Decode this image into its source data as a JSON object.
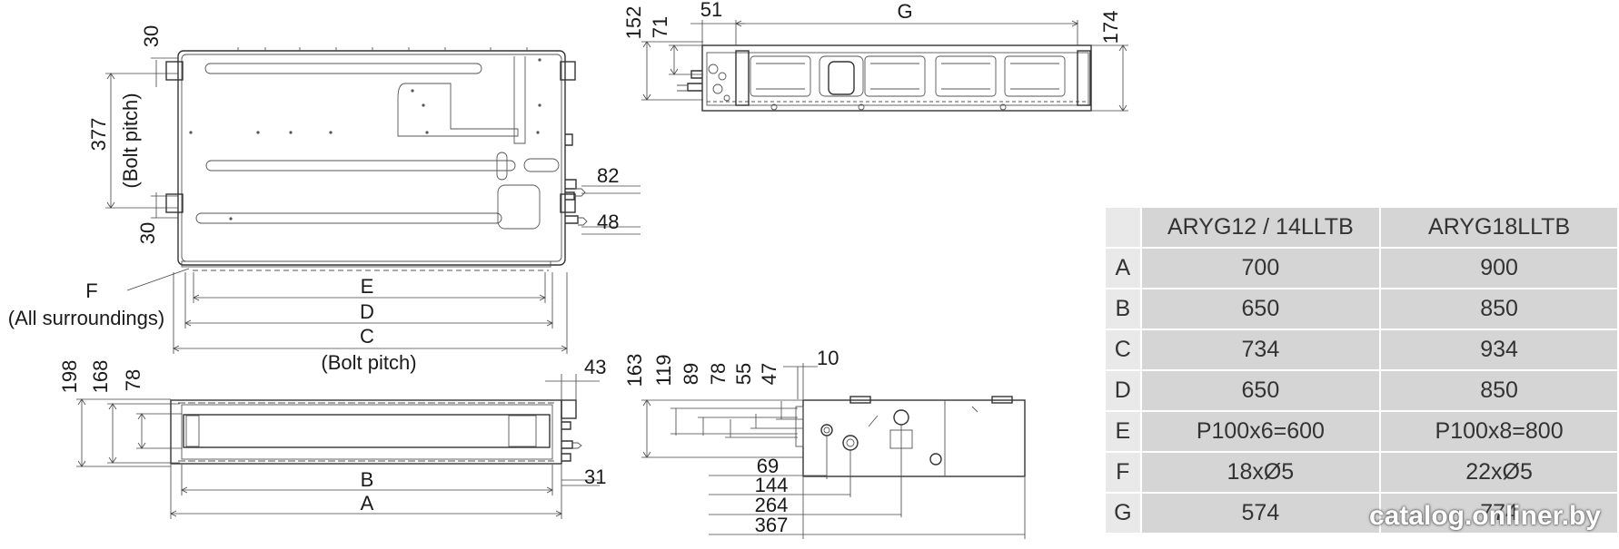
{
  "top_view": {
    "dim_30_top": "30",
    "dim_377": "377",
    "bolt_pitch_vertical": "(Bolt pitch)",
    "dim_30_bottom": "30",
    "dim_82": "82",
    "dim_48": "48",
    "label_F": "F",
    "label_all_surroundings": "(All surroundings)",
    "label_E": "E",
    "label_D": "D",
    "label_C": "C",
    "bolt_pitch_horizontal": "(Bolt pitch)"
  },
  "front_view": {
    "dim_198": "198",
    "dim_168": "168",
    "dim_78": "78",
    "dim_43": "43",
    "label_B": "B",
    "dim_31": "31",
    "label_A": "A"
  },
  "rear_view": {
    "dim_152": "152",
    "dim_71": "71",
    "dim_51": "51",
    "label_G": "G",
    "dim_174": "174"
  },
  "side_view": {
    "dim_163": "163",
    "dim_119": "119",
    "dim_89": "89",
    "dim_78": "78",
    "dim_55": "55",
    "dim_47": "47",
    "dim_10": "10",
    "dim_69": "69",
    "dim_144": "144",
    "dim_264": "264",
    "dim_367": "367"
  },
  "table": {
    "header": [
      "",
      "ARYG12 / 14LLTB",
      "ARYG18LLTB"
    ],
    "rows": [
      [
        "A",
        "700",
        "900"
      ],
      [
        "B",
        "650",
        "850"
      ],
      [
        "C",
        "734",
        "934"
      ],
      [
        "D",
        "650",
        "850"
      ],
      [
        "E",
        "P100x6=600",
        "P100x8=800"
      ],
      [
        "F",
        "18xØ5",
        "22xØ5"
      ],
      [
        "G",
        "574",
        "774"
      ]
    ]
  },
  "watermark": "catalog.onliner.by"
}
